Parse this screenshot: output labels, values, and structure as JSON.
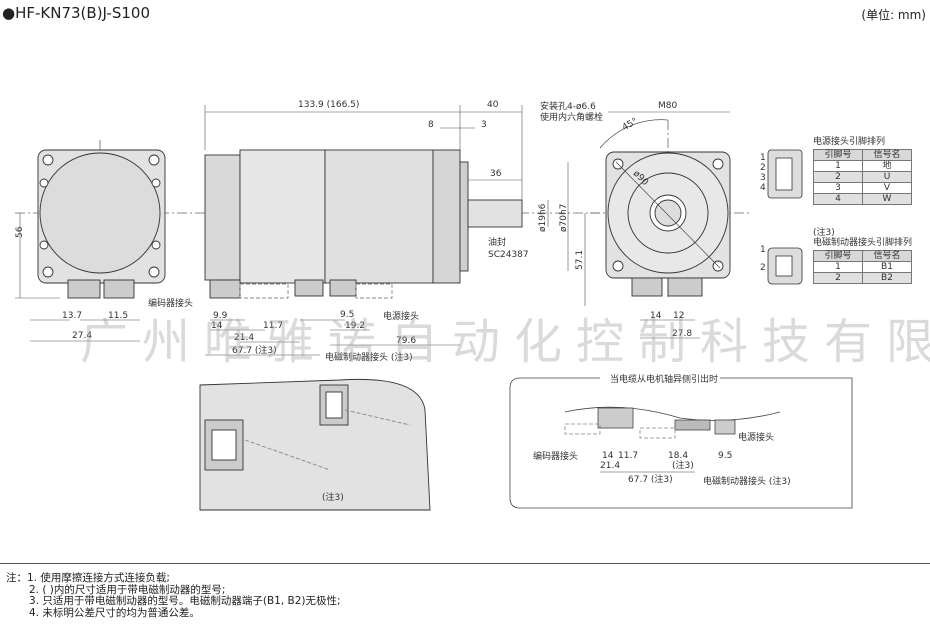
{
  "header": {
    "title": "●HF-KN73(B)J-S100",
    "unit": "(单位: mm)"
  },
  "watermark": "广州唯雅诺自动化控制科技有限公司",
  "end_view": {
    "dims": {
      "height": "56",
      "d1": "13.7",
      "d2": "11.5",
      "d3": "27.4"
    }
  },
  "side_view": {
    "dims": {
      "length": "133.9 (166.5)",
      "shaft_len": "40",
      "d8": "8",
      "d3": "3",
      "d36": "36",
      "shaft_dia": "ø19h6",
      "pilot_dia": "ø70h7",
      "d9_9": "9.9",
      "d14": "14",
      "d11_7": "11.7",
      "d21_4": "21.4",
      "d67_7": "67.7 (注3)",
      "d9_5": "9.5",
      "d19_2": "19.2",
      "d79_6": "79.6"
    },
    "labels": {
      "oil_seal": "油封",
      "oil_seal_model": "SC24387",
      "encoder_conn": "编码器接头",
      "power_conn": "电源接头",
      "brake_conn": "电磁制动器接头 (注3)"
    }
  },
  "front_view": {
    "mount_hole_line1": "安装孔4-ø6.6",
    "mount_hole_line2": "使用内六角螺栓",
    "angle": "45°",
    "flange": "M80",
    "pcd": "ø90",
    "height": "57.1",
    "d14": "14",
    "d12": "12",
    "d27_8": "27.8"
  },
  "power_pin_table": {
    "caption": "电源接头引脚排列",
    "headers": [
      "引脚号",
      "信号名"
    ],
    "rows": [
      [
        "1",
        "地"
      ],
      [
        "2",
        "U"
      ],
      [
        "3",
        "V"
      ],
      [
        "4",
        "W"
      ]
    ],
    "side_numbers": [
      "1",
      "2",
      "3",
      "4"
    ]
  },
  "brake_pin_table": {
    "note": "(注3)",
    "caption": "电磁制动器接头引脚排列",
    "headers": [
      "引脚号",
      "信号名"
    ],
    "rows": [
      [
        "1",
        "B1"
      ],
      [
        "2",
        "B2"
      ]
    ],
    "side_numbers": [
      "1",
      "2"
    ]
  },
  "iso_view": {
    "note": "(注3)"
  },
  "alt_view": {
    "title": "当电缆从电机轴异侧引出时",
    "encoder_conn": "编码器接头",
    "power_conn": "电源接头",
    "brake_conn": "电磁制动器接头 (注3)",
    "d14": "14",
    "d11_7": "11.7",
    "d21_4": "21.4",
    "d18_4": "18.4",
    "note3": "(注3)",
    "d9_5": "9.5",
    "d67_7": "67.7 (注3)"
  },
  "notes": {
    "prefix": "注：",
    "items": [
      "1. 使用摩擦连接方式连接负载;",
      "2. ( )内的尺寸适用于带电磁制动器的型号;",
      "3. 只适用于带电磁制动器的型号。电磁制动器端子(B1, B2)无极性;",
      "4. 未标明公差尺寸的均为普通公差。"
    ]
  }
}
